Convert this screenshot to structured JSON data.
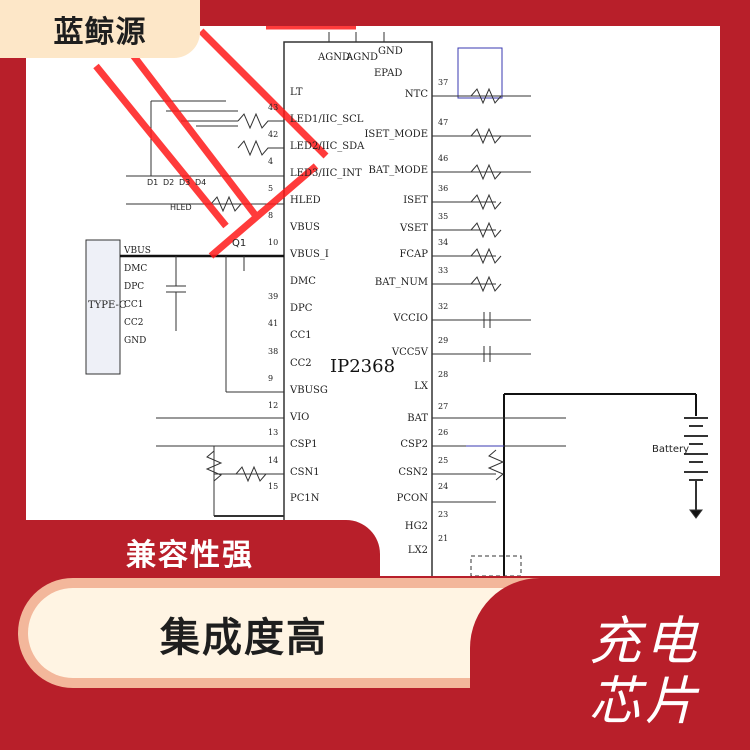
{
  "brand": {
    "name": "蓝鲸源"
  },
  "banner": {
    "mid": "兼容性强",
    "pill": "集成度高",
    "chip_line1": "充电",
    "chip_line2": "芯片"
  },
  "chip": {
    "label": "IP2368",
    "top_pins": [
      "AGND",
      "AGND",
      "GND",
      "EPAD"
    ],
    "left_pins": [
      {
        "num": "",
        "name": "LT"
      },
      {
        "num": "43",
        "name": "LED1/IIC_SCL"
      },
      {
        "num": "42",
        "name": "LED2/IIC_SDA"
      },
      {
        "num": "4",
        "name": "LED3/IIC_INT"
      },
      {
        "num": "5",
        "name": "HLED"
      },
      {
        "num": "8",
        "name": "VBUS"
      },
      {
        "num": "10",
        "name": "VBUS_I"
      },
      {
        "num": "",
        "name": "DMC"
      },
      {
        "num": "39",
        "name": "DPC"
      },
      {
        "num": "41",
        "name": "CC1"
      },
      {
        "num": "38",
        "name": "CC2"
      },
      {
        "num": "9",
        "name": "VBUSG"
      },
      {
        "num": "12",
        "name": "VIO"
      },
      {
        "num": "13",
        "name": "CSP1"
      },
      {
        "num": "14",
        "name": "CSN1"
      },
      {
        "num": "15",
        "name": "PC1N"
      }
    ],
    "right_pins": [
      {
        "num": "37",
        "name": "NTC"
      },
      {
        "num": "47",
        "name": "ISET_MODE"
      },
      {
        "num": "46",
        "name": "BAT_MODE"
      },
      {
        "num": "36",
        "name": "ISET"
      },
      {
        "num": "35",
        "name": "VSET"
      },
      {
        "num": "34",
        "name": "FCAP"
      },
      {
        "num": "33",
        "name": "BAT_NUM"
      },
      {
        "num": "32",
        "name": "VCCIO"
      },
      {
        "num": "29",
        "name": "VCC5V"
      },
      {
        "num": "28",
        "name": "LX"
      },
      {
        "num": "27",
        "name": "BAT"
      },
      {
        "num": "26",
        "name": "CSP2"
      },
      {
        "num": "25",
        "name": "CSN2"
      },
      {
        "num": "24",
        "name": "PCON"
      },
      {
        "num": "23",
        "name": "HG2"
      },
      {
        "num": "21",
        "name": "LX2"
      }
    ]
  },
  "typec": {
    "title": "TYPE-C",
    "pins": [
      "VBUS",
      "DMC",
      "DPC",
      "CC1",
      "CC2",
      "GND"
    ]
  },
  "leds": [
    "D1",
    "D2",
    "D3",
    "D4"
  ],
  "hled": "HLED",
  "q1": "Q1",
  "battery": "Battery"
}
